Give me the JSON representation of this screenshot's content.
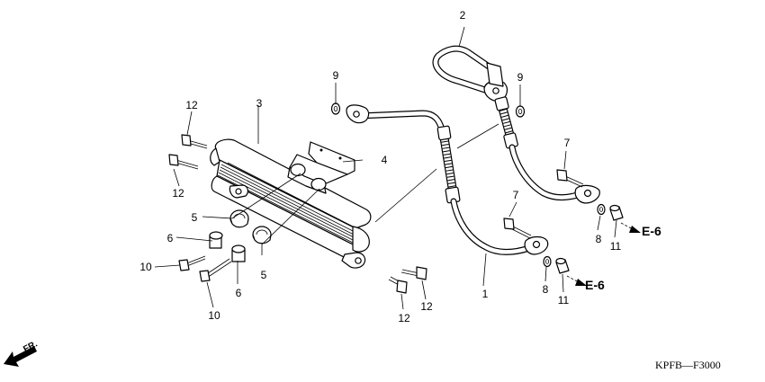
{
  "diagram": {
    "part_labels": {
      "p1": "1",
      "p2": "2",
      "p3": "3",
      "p4": "4",
      "p5a": "5",
      "p5b": "5",
      "p6a": "6",
      "p6b": "6",
      "p7a": "7",
      "p7b": "7",
      "p8a": "8",
      "p8b": "8",
      "p9a": "9",
      "p9b": "9",
      "p10a": "10",
      "p10b": "10",
      "p11a": "11",
      "p11b": "11",
      "p12a": "12",
      "p12b": "12",
      "p12c": "12",
      "p12d": "12"
    },
    "refs": {
      "upper": "E-6",
      "lower": "E-6"
    },
    "front_marker": "FR.",
    "drawing_code": "KPFB—F3000"
  }
}
